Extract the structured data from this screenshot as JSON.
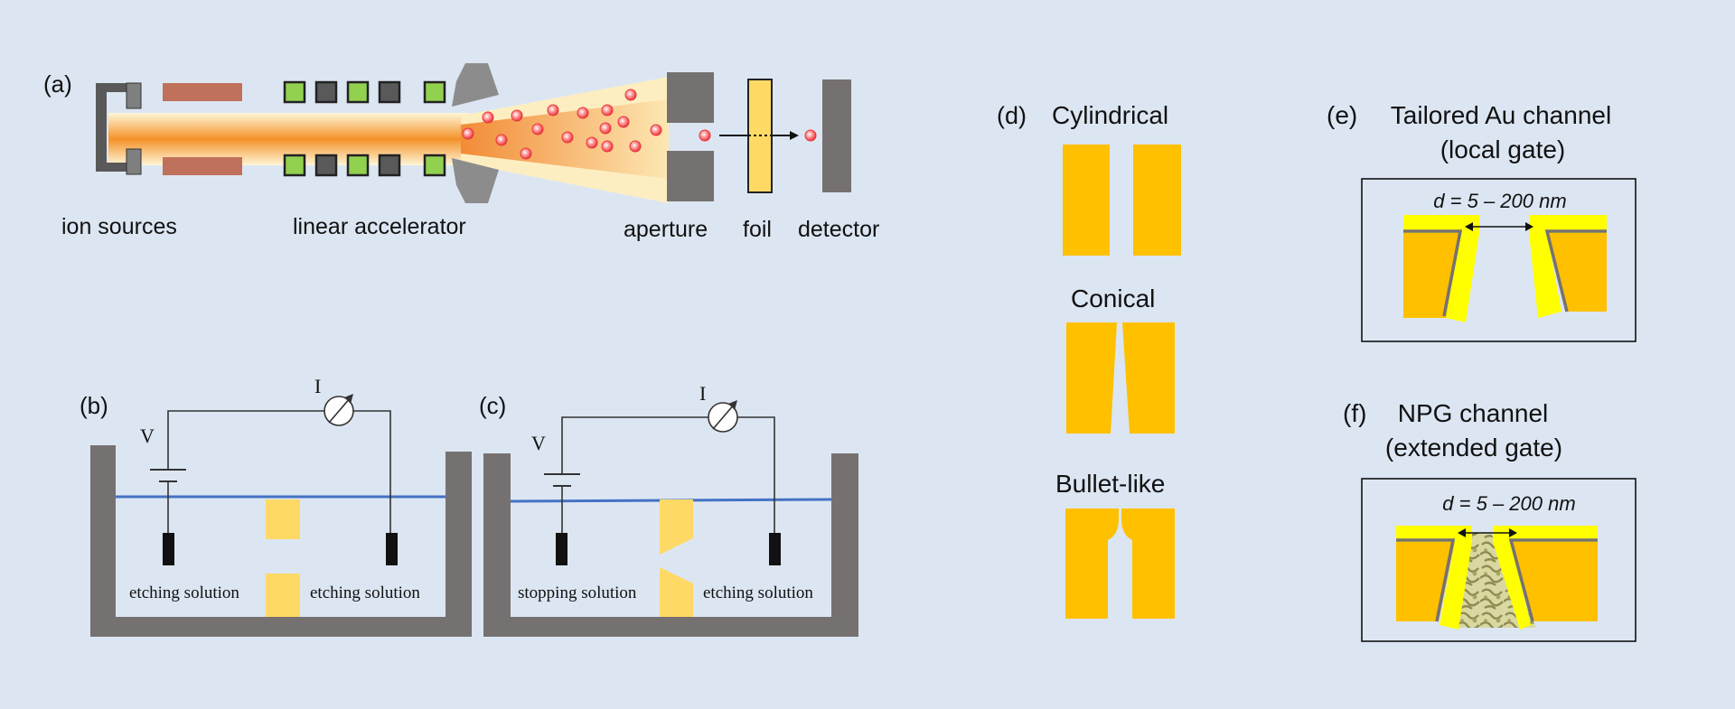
{
  "panel_a": {
    "tag": "(a)",
    "labels": {
      "ion_sources": "ion sources",
      "linear_accelerator": "linear accelerator",
      "aperture": "aperture",
      "foil": "foil",
      "detector": "detector"
    }
  },
  "panel_b": {
    "tag": "(b)",
    "voltage": "V",
    "current": "I",
    "left_solution": "etching solution",
    "right_solution": "etching solution"
  },
  "panel_c": {
    "tag": "(c)",
    "voltage": "V",
    "current": "I",
    "left_solution": "stopping solution",
    "right_solution": "etching solution"
  },
  "panel_d": {
    "tag": "(d)",
    "shapes": [
      "Cylindrical",
      "Conical",
      "Bullet-like"
    ]
  },
  "panel_e": {
    "tag": "(e)",
    "title_line1": "Tailored Au channel",
    "title_line2": "(local gate)",
    "dimension": "d = 5 – 200 nm"
  },
  "panel_f": {
    "tag": "(f)",
    "title_line1": "NPG channel",
    "title_line2": "(extended gate)",
    "dimension": "d = 5 – 200 nm"
  },
  "colors": {
    "background": "#dce6f2",
    "orange": "#ffc000",
    "yellow": "#ffff00",
    "gray": "#767171",
    "copper": "#c0715b",
    "green": "#92d050",
    "water": "#4472c4"
  }
}
